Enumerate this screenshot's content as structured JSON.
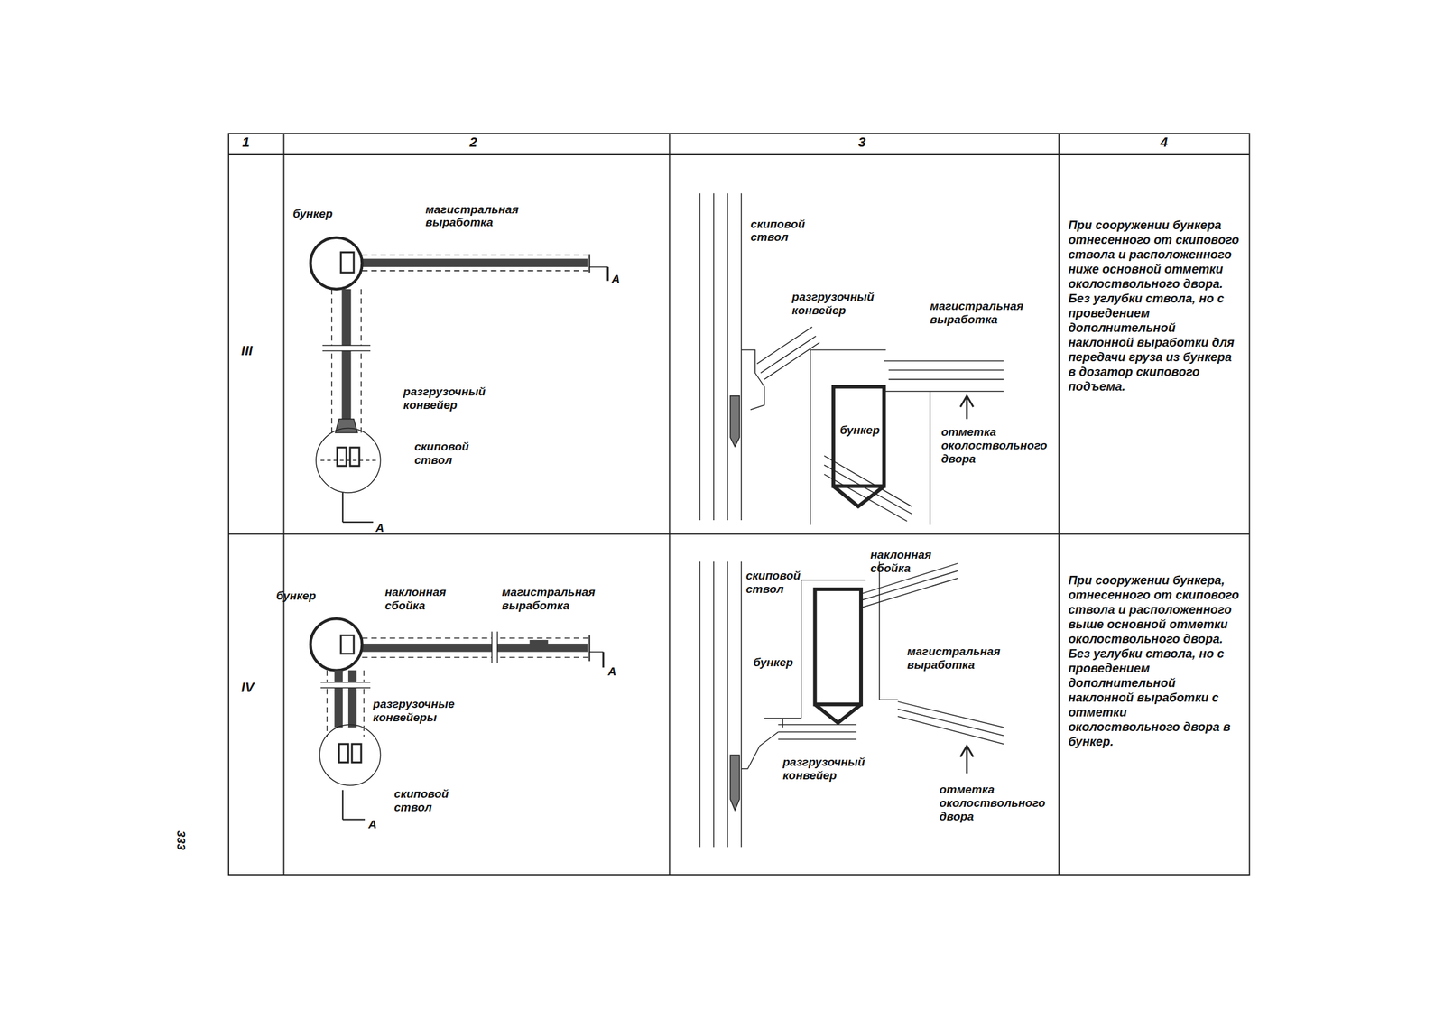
{
  "diagram": {
    "labels": [
      "1",
      "2",
      "3",
      "4",
      "III",
      "бункер",
      "магистральная выработка",
      "А",
      "разгрузочный конвейер",
      "скиповой ствол",
      "А",
      "скиповой ствол",
      "разгрузочный конвейер",
      "магистральная выработка",
      "бункер",
      "отметка околоствольного двора",
      "При сооружении бункера отнесенного от скипового ствола и расположенного ниже основной отметки околоствольного двора. Без углубки ствола, но с проведением дополнительной наклонной выработки для передачи груза из бункера в дозатор скипового подъема.",
      "IV",
      "бункер",
      "наклонная сбойка",
      "магистральная выработка",
      "А",
      "разгрузочные конвейеры",
      "скиповой ствол",
      "А",
      "скиповой ствол",
      "наклонная сбойка",
      "бункер",
      "магистральная выработка",
      "разгрузочный конвейер",
      "отметка околоствольного двора",
      "При сооружении бункера, отнесенного от скипового ствола и расположенного выше основной отметки околоствольного двора. Без углубки ствола, но с проведением дополнительной наклонной выработки с отметки околоствольного двора в бункер.",
      "333"
    ]
  }
}
